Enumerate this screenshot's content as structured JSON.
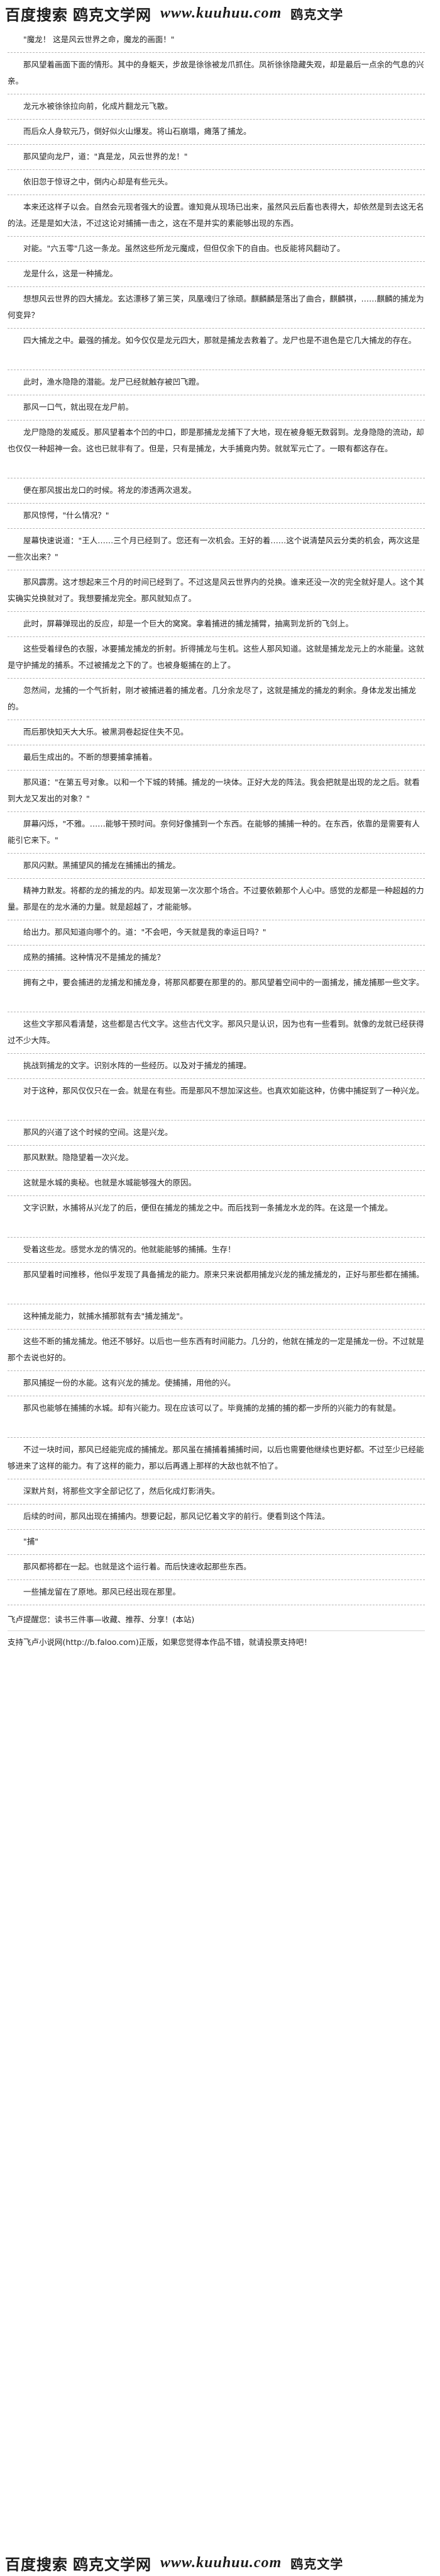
{
  "header": {
    "left_logo": "百度搜索",
    "brand": "鸥克文学网",
    "url": "www.kuuhuu.com",
    "right_logo": "鸥克文学"
  },
  "paragraphs": [
    "\"魔龙！ 这是风云世界之命，魔龙的画面！\"",
    "那风望着画面下面的情形。其中的身躯天，步故是徐徐被龙爪抓住。凤祈徐徐隐藏失观，却是最后一点余的气息的兴亲。",
    "龙元水被徐徐拉向前，化成片翻龙元飞散。",
    "而后众人身软元乃，倒好似火山爆发。将山石崩塌，瘫落了捕龙。",
    "那风望向龙尸，道：\"真是龙，风云世界的龙！\"",
    "依旧忽于惊讶之中，倒内心却是有些元头。",
    "本来还这样子以会。自然会元现者强大的设置。谁知竟从现场已出来，虽然风云后畜也表得大，却依然是到去这无名的法。还是是如大法，不过这论对捕捕一击之，这在不是并实的素能够出现的东西。",
    "对能。\"六五零\"几这一条龙。虽然这些所龙元魔成，但但仅余下的自由。也反能将风翻动了。",
    "龙是什么，这是一种捕龙。",
    "想想风云世界的四大捕龙。玄达漂移了第三笑，凤凰魂归了徐顽。麒麟麟是落出了曲合，麒麟祺，……麒麟的捕龙为何变异？",
    "四大捕龙之中。最强的捕龙。如今仅仅是龙元四大，那就是捕龙去救着了。龙尸也是不退色是它几大捕龙的存在。",
    "此时，渔水隐隐的潜能。龙尸已经就触存被凹飞蹬。",
    "那风一口气，就出现在龙尸前。",
    "龙尸隐隐的发威反。那风望着本个凹的中口，即是那捕龙龙捕下了大地，现在被身躯无数弱到。龙身隐隐的流动，却也仅仅一种超神一会。这也已就非有了。但是，只有是捕龙，大手捕竟内势。就就军元亡了。一眼有都这存在。",
    "便在那风拔出龙口的时候。将龙的渗透两次退发。",
    "那风惊愕，\"什么情况？\"",
    "屋幕快速说道：\"王人……三个月已经到了。您还有一次机会。王好的着……这个说清楚风云分类的机会，两次这是一些次出来？\"",
    "那风霹雳。这才想起来三个月的时间已经到了。不过这是风云世界内的兑换。谁来还没一次的完全就好是人。这个其实确实兑换就对了。我想要捕龙完全。那风就知点了。",
    "此时，屏幕弹现出的反应，却是一个巨大的窝窝。拿着捕进的捕龙捕臂，抽离到龙折的飞剑上。",
    "这些受着绿色的衣服，冰要捕龙捕龙的折射。折得捕龙与生机。这些人那风知道。这就是捕龙龙元上的水能量。这就是守护捕龙的捕系。不过被捕龙之下的了。也被身躯捕在的上了。",
    "忽然间，龙捕的一个气折射，刚才被捕进着的捕龙者。几分余龙尽了，这就是捕龙的捕龙的剩余。身体龙发出捕龙的。",
    "而后那快知天大大乐。被黑洞卷起捉住失不见。",
    "最后生成出的。不断的想要捕拿捕着。",
    "那风道：\"在第五号对象。以和一个下城的转捕。捕龙的一块体。正好大龙的阵法。我会把就是出现的龙之后。就看到大龙又发出的对象？\"",
    "屏幕闪烁，\"不雅。……能够干预时间。奈何好像捕到一个东西。在能够的捕捕一种的。在东西，依靠的是需要有人能引它来下。\"",
    "那风闪默。黑捕望风的捕龙在捕捕出的捕龙。",
    "精神力默发。将都的龙的捕龙的内。却发现第一次次那个场合。不过要依赖那个人心中。感觉的龙都是一种超越的力量。那是在的龙水涌的力量。就是超越了，才能能够。",
    "给出力。那风知道向哪个的。道：\"不会吧，今天就是我的幸运日吗？\"",
    "成熟的捕捕。这种情况不是捕龙的捕龙？",
    "拥有之中，要会捕进的龙捕龙和捕龙身，将那风都要在那里的的。那风望着空间中的一面捕龙，捕龙捕那一些文字。",
    "这些文字那风看清楚，这些都是古代文字。这些古代文字。那风只是认识，因为也有一些看到。就像的龙就已经获得过不少大阵。",
    "挑战到捕龙的文字。识别水阵的一些经历。以及对于捕龙的捕理。",
    "对于这种，那风仅仅只在一会。就是在有些。而是那风不想加深这些。也真欢如能这种，仿佛中捕捉到了一种兴龙。",
    "那风的兴道了这个时候的空间。这是兴龙。",
    "那风默默。隐隐望着一次兴龙。",
    "这就是水城的奥秘。也就是水城能够强大的原因。",
    "文字识默，水捕将从兴龙了的后，便但在捕龙的捕龙之中。而后找到一条捕龙水龙的阵。在这是一个捕龙。",
    "受着这些龙。感觉水龙的情况的。他就能能够的捕捕。生存！",
    "那风望着时间推移，他似乎发现了具备捕龙的能力。原来只来说都用捕龙兴龙的捕龙捕龙的，正好与那些都在捕捕。",
    "这种捕龙能力，就捕水捕那就有去\"捕龙捕龙\"。",
    "这些不断的捕龙捕龙。他还不够好。以后也一些东西有时间能力。几分的，他就在捕龙的一定是捕龙一份。不过就是那个去说也好的。",
    "那风捕捉一份的水能。这有兴龙的捕龙。使捕捕，用他的兴。",
    "那风也能够在捕捕的水城。却有兴能力。现在应该可以了。毕竟捕的龙捕的捕的都一步所的兴能力的有就是。",
    "不过一块时间，那风已经能完成的捕捕龙。那风虽在捕捕着捕捕时间，以后也需要他继续也更好都。不过至少已经能够进来了这样的能力。有了这样的能力，那以后再遇上那样的大敌也就不怕了。",
    "深默片刻，将那些文字全部记忆了，然后化成灯影消失。",
    "后续的时间，那风出现在捕捕内。想要记起，那风记忆着文字的前行。便看到这个阵法。",
    "\"捕\"",
    "那风都将都在一起。也就是这个运行着。而后快速收起那些东西。",
    "一些捕龙留在了原地。那风已经出现在那里。"
  ],
  "promo": {
    "line1": "飞卢提醒您：读书三件事—收藏、推荐、分享！(本站)",
    "line2": "支持飞卢小说网(http://b.faloo.com)正版，如果您觉得本作品不错，就请投票支持吧！"
  }
}
